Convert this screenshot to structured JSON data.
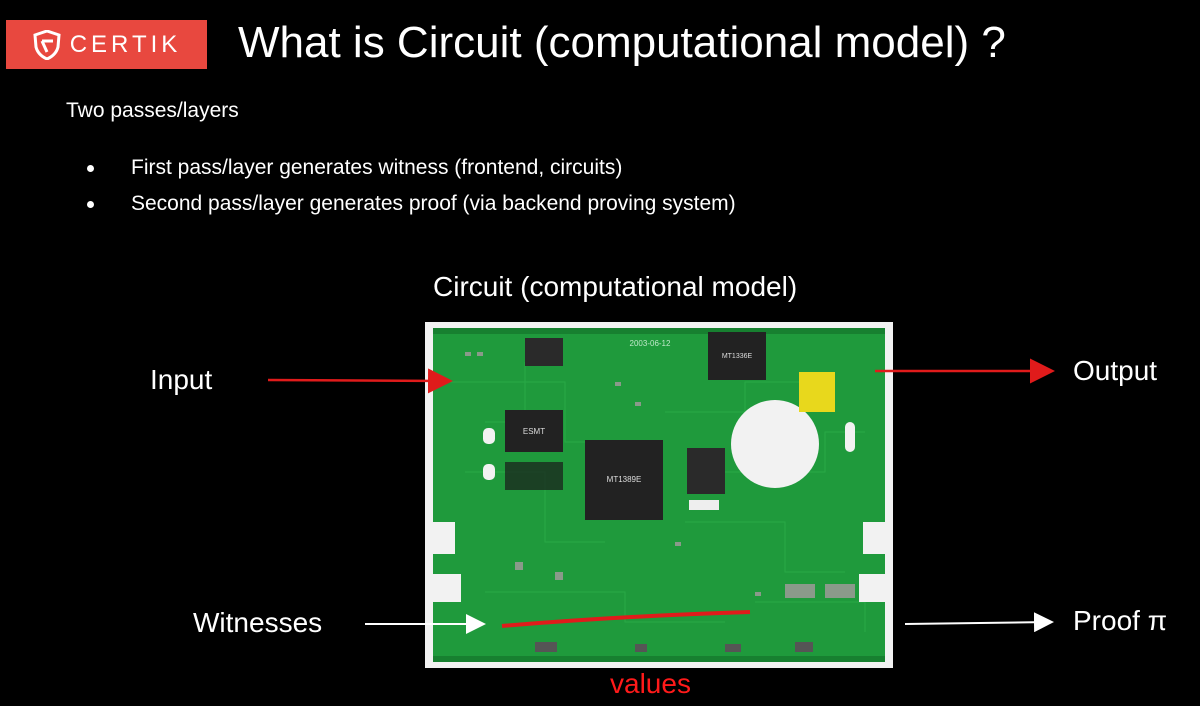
{
  "logo": {
    "text": "CERTIK"
  },
  "title": "What is Circuit (computational model) ?",
  "intro": "Two passes/layers",
  "bullets": [
    "First pass/layer generates witness (frontend, circuits)",
    "Second pass/layer generates proof (via backend proving system)"
  ],
  "figure": {
    "title": "Circuit (computational model)",
    "input_label": "Input",
    "output_label": "Output",
    "witnesses_label": "Witnesses",
    "proof_label": "Proof π",
    "values_label": "values"
  },
  "board_text": {
    "chip_main": "MT1389E",
    "chip_top": "MT1336E",
    "chip_left": "ESMT",
    "date": "2003-06-12"
  },
  "colors": {
    "background": "#000000",
    "brand": "#e8483f",
    "text": "#ffffff",
    "red_arrow": "#e01b1b",
    "values_text": "#ff1a1a",
    "pcb_green": "#1f9a3c"
  }
}
